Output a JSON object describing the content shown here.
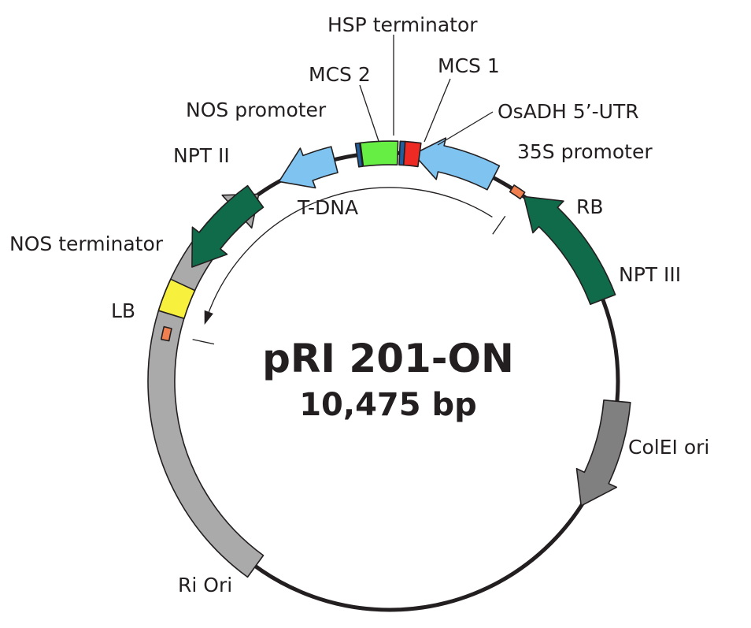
{
  "title": "pRI 201-ON",
  "size": "10,475 bp",
  "features": {
    "hsp_terminator": {
      "label": "HSP terminator",
      "color": "#66ee44"
    },
    "mcs2": {
      "label": "MCS 2",
      "color": "#1f5fa0"
    },
    "mcs1": {
      "label": "MCS 1",
      "color": "#1f5fa0"
    },
    "osadh_utr": {
      "label": "OsADH 5’-UTR",
      "color": "#ee2a24"
    },
    "promoter_35s": {
      "label": "35S promoter",
      "color": "#7fc4f0"
    },
    "nos_promoter": {
      "label": "NOS promoter",
      "color": "#7fc4f0"
    },
    "npt_ii": {
      "label": "NPT II",
      "color": "#0f6b4a"
    },
    "nos_terminator": {
      "label": "NOS terminator",
      "color": "#f7f03c"
    },
    "lb": {
      "label": "LB",
      "color": "#f08050"
    },
    "rb": {
      "label": "RB",
      "color": "#f08050"
    },
    "npt_iii": {
      "label": "NPT III",
      "color": "#0f6b4a"
    },
    "colei_ori": {
      "label": "ColEI ori",
      "color": "#808080"
    },
    "ri_ori": {
      "label": "Ri Ori",
      "color": "#aaaaaa"
    },
    "t_dna": {
      "label": "T-DNA"
    }
  }
}
